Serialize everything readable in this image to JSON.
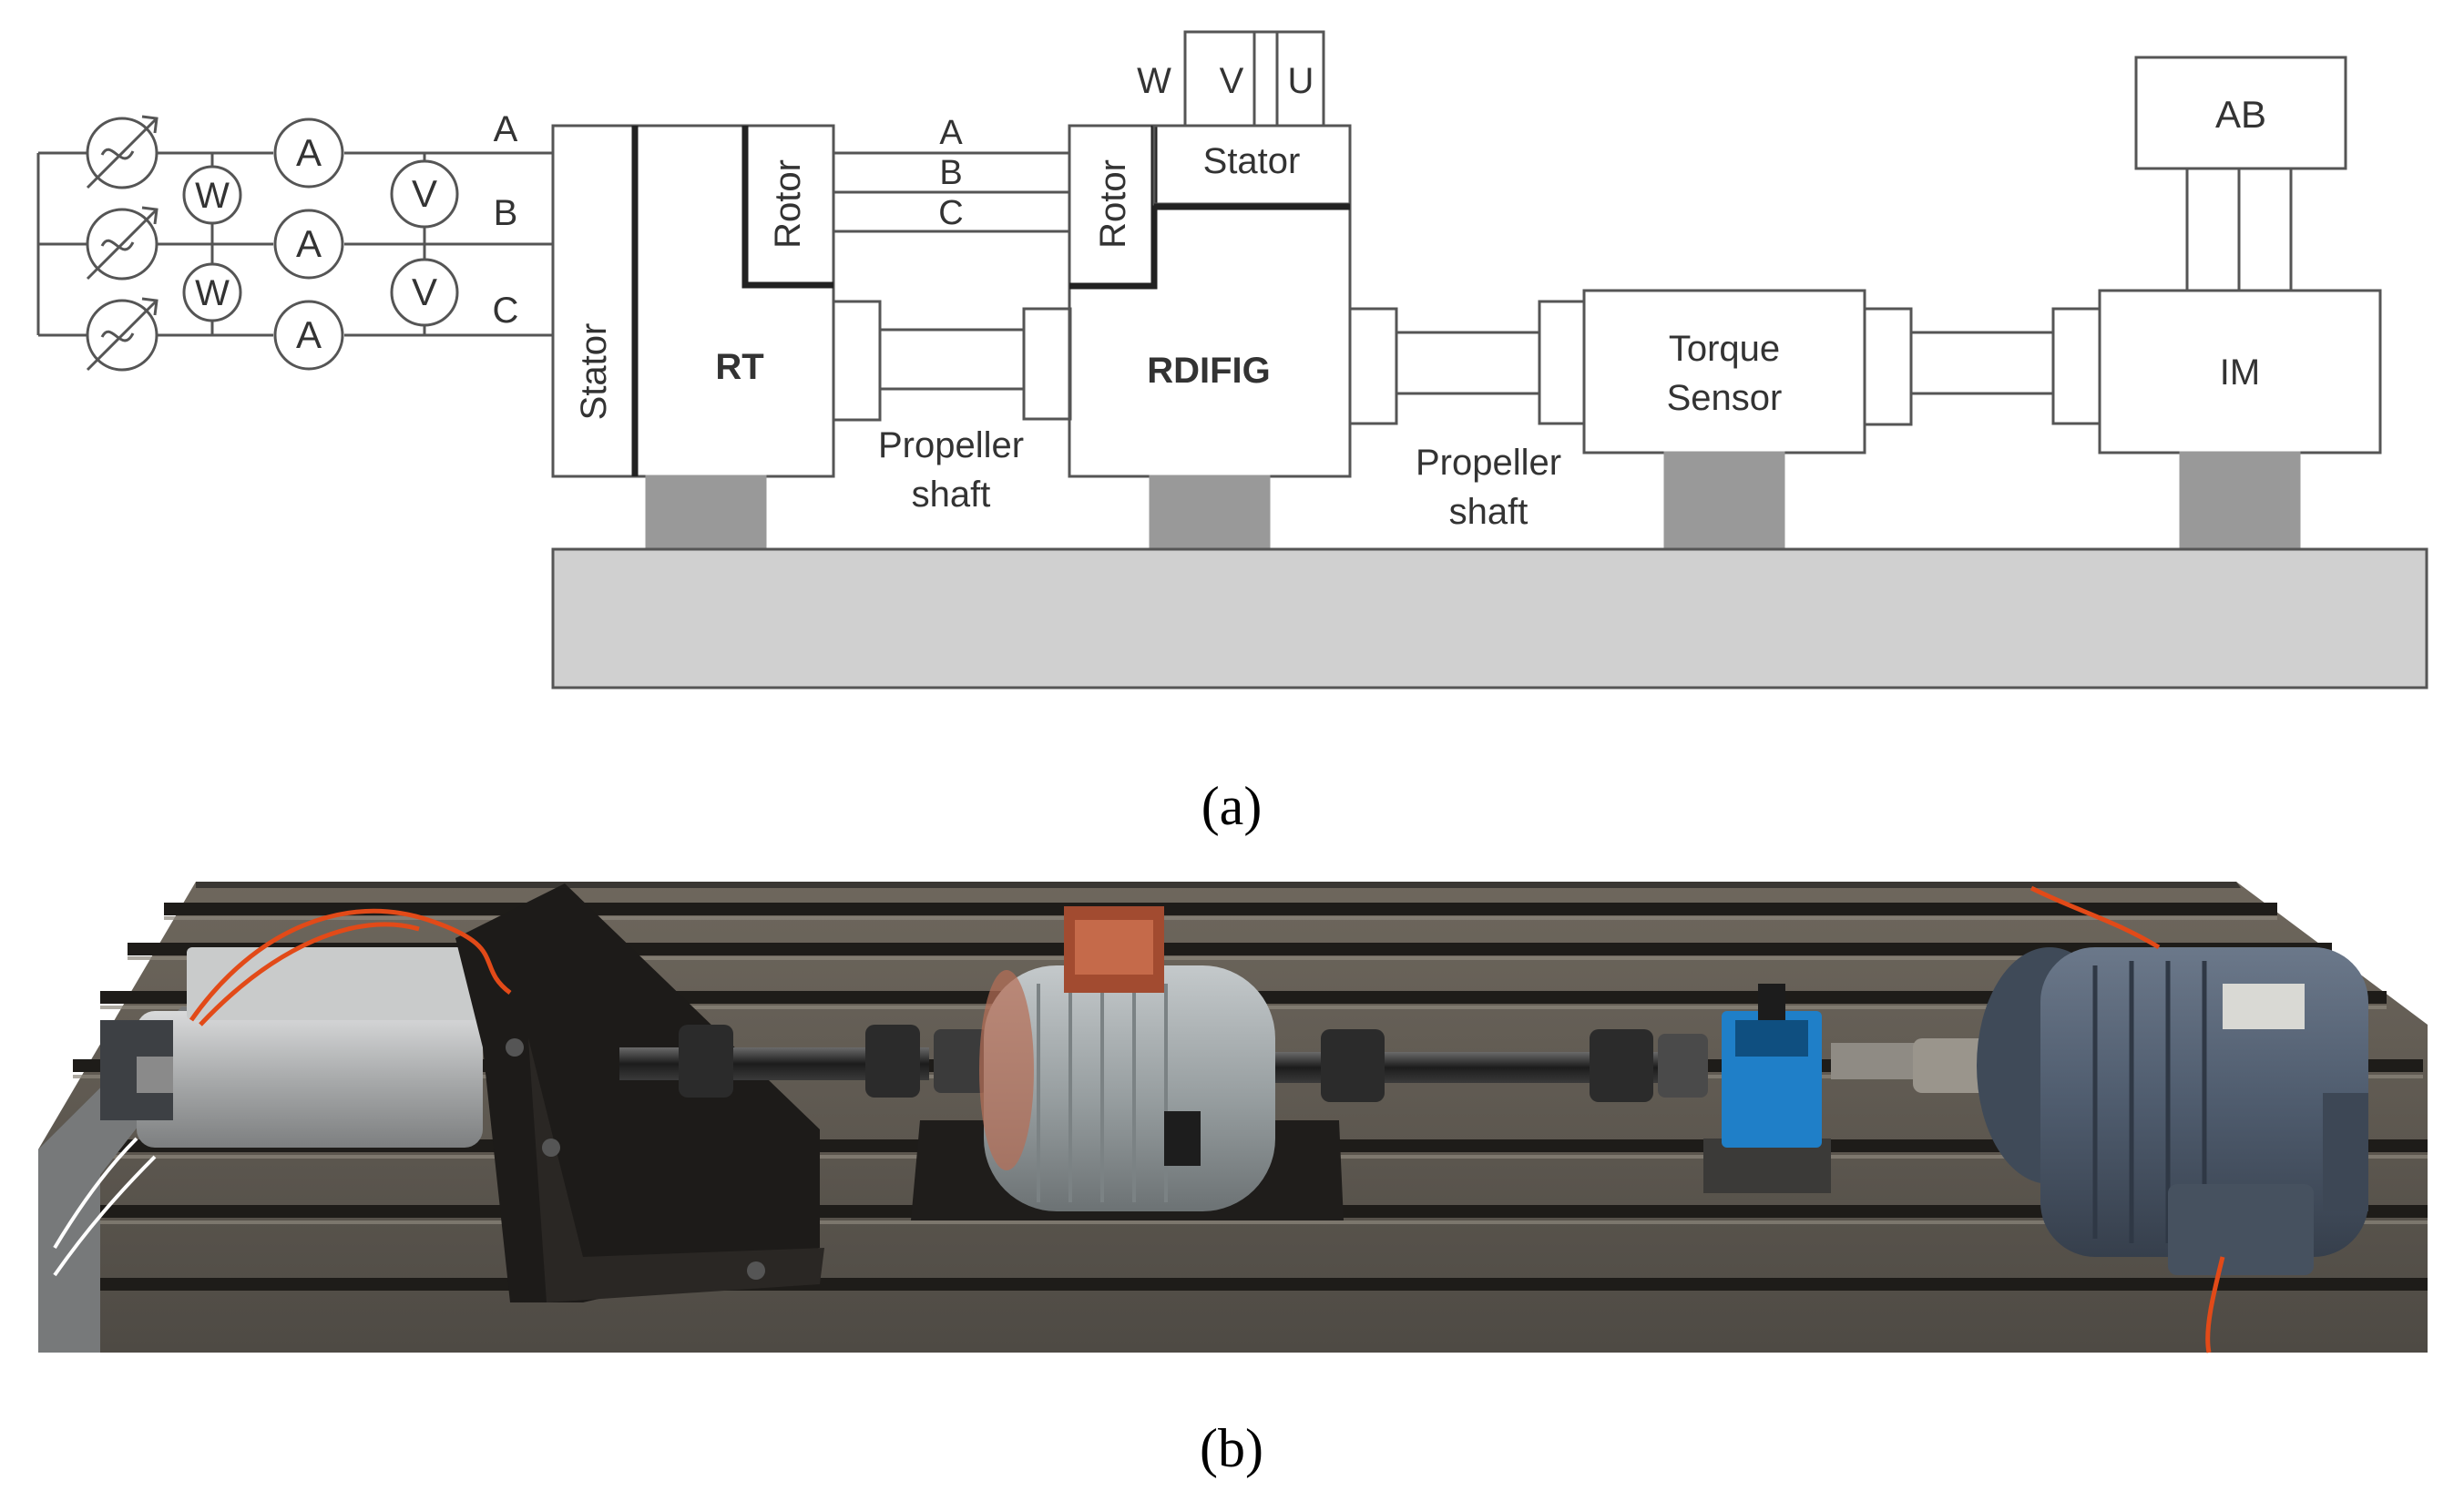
{
  "diagram": {
    "phases_left": [
      "A",
      "B",
      "C"
    ],
    "meter_ammeter": "A",
    "meter_wattmeter": "W",
    "meter_voltmeter": "V",
    "source_symbol": "~",
    "rt": {
      "stator": "Stator",
      "rotor": "Rotor",
      "name": "RT"
    },
    "link_phases": [
      "A",
      "B",
      "C"
    ],
    "rdifig": {
      "rotor": "Rotor",
      "stator": "Stator",
      "name": "RDIFIG",
      "terminals": [
        "W",
        "V",
        "U"
      ]
    },
    "shaft1": [
      "Propeller",
      "shaft"
    ],
    "shaft2": [
      "Propeller",
      "shaft"
    ],
    "torque_sensor": [
      "Torque",
      "Sensor"
    ],
    "im": "IM",
    "ab": "AB"
  },
  "captions": {
    "a": "(a)",
    "b": "(b)"
  },
  "photo": {
    "description_items": [
      "bench-plate",
      "rt-machine",
      "rt-mount-bracket",
      "propeller-shaft-1",
      "rdifig-motor",
      "propeller-shaft-2",
      "torque-sensor",
      "induction-motor",
      "cables"
    ],
    "colors": {
      "table": "#5f5a52",
      "slot": "#25221e",
      "rdifig_body": "#9aa1a3",
      "terminal_box": "#a24b30",
      "sensor": "#1f7fc8",
      "im_body": "#4f5c6e",
      "cable": "#e24a18"
    }
  }
}
